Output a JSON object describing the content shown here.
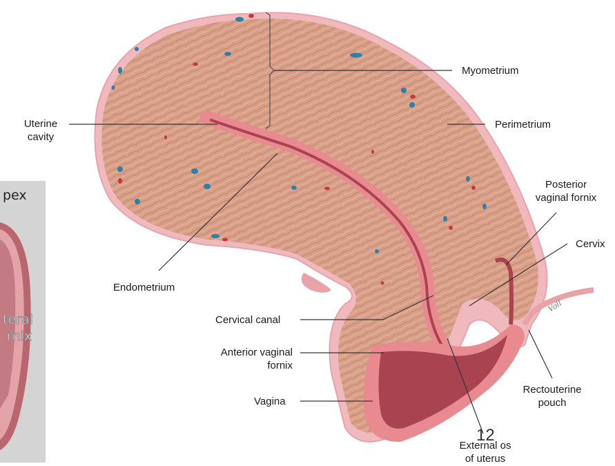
{
  "labels": {
    "myometrium": "Myometrium",
    "perimetrium": "Perimetrium",
    "uterine_cavity": [
      "Uterine",
      "cavity"
    ],
    "endometrium": "Endometrium",
    "posterior_vaginal_fornix": [
      "Posterior",
      "vaginal fornix"
    ],
    "cervix": "Cervix",
    "cervical_canal": "Cervical canal",
    "anterior_vaginal_fornix": [
      "Anterior vaginal",
      "fornix"
    ],
    "vagina": "Vagina",
    "rectouterine_pouch": [
      "Rectouterine",
      "pouch"
    ],
    "external_os": [
      "External os",
      "of uterus"
    ]
  },
  "inset": {
    "apex_fragment": "pex",
    "lateral_fragment": "teral",
    "fornix_fragment": "rnix"
  },
  "artist_signature": "Voll",
  "page_number": "12",
  "colors": {
    "muscle": "#d9a089",
    "muscle_dark": "#c98a72",
    "perimetrium": "#f0b9be",
    "endometrium": "#e88a8f",
    "lumen": "#a8434f",
    "vein": "#2f7fa8",
    "artery": "#c43a3a",
    "inset_bg": "#d4d4d4"
  }
}
